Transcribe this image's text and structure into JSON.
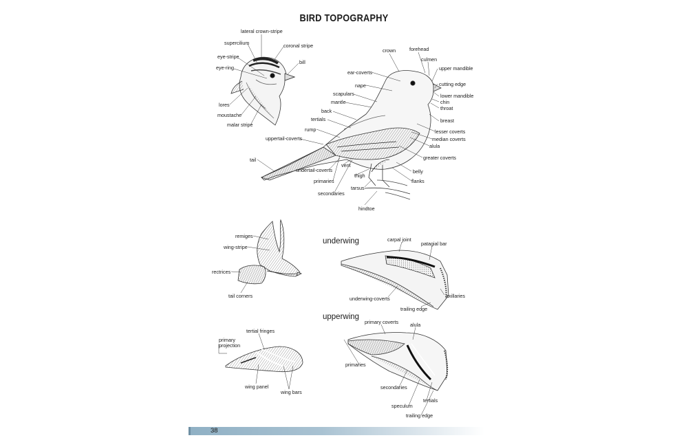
{
  "title": "BIRD TOPOGRAPHY",
  "page_number": "38",
  "sections": {
    "underwing": "underwing",
    "upperwing": "upperwing"
  },
  "labels": {
    "lateral_crown_stripe": "lateral crown-stripe",
    "supercilium": "supercilium",
    "coronal_stripe": "coronal stripe",
    "eye_stripe": "eye-stripe",
    "eye_ring": "eye-ring",
    "bill": "bill",
    "lores": "lores",
    "moustache": "moustache",
    "malar_stripe": "malar stripe",
    "crown": "crown",
    "forehead": "forehead",
    "culmen": "culmen",
    "upper_mandible": "upper mandible",
    "ear_coverts": "ear-coverts",
    "nape": "nape",
    "cutting_edge": "cutting edge",
    "scapulars": "scapulars",
    "lower_mandible": "lower mandible",
    "mantle": "mantle",
    "chin": "chin",
    "throat": "throat",
    "back": "back",
    "tertials": "tertials",
    "breast": "breast",
    "rump": "rump",
    "lesser_coverts": "lesser coverts",
    "median_coverts": "median coverts",
    "uppertail_coverts": "uppertail-coverts",
    "alula": "alula",
    "greater_coverts": "greater coverts",
    "tail": "tail",
    "vent": "vent",
    "undertail_coverts": "undertail-coverts",
    "belly": "belly",
    "thigh": "thigh",
    "flanks": "flanks",
    "primaries": "primaries",
    "tarsus": "tarsus",
    "secondaries": "secondaries",
    "hindtoe": "hindtoe",
    "remiges": "remiges",
    "wing_stripe": "wing-stripe",
    "rectrices": "rectrices",
    "tail_corners": "tail corners",
    "carpal_joint": "carpal joint",
    "patagial_bar": "patagial bar",
    "underwing_coverts": "underwing-coverts",
    "axillaries": "axillaries",
    "trailing_edge": "trailing edge",
    "primary_coverts": "primary coverts",
    "alula_upper": "alula",
    "tertial_fringes": "tertial fringes",
    "primary_projection_1": "primary",
    "primary_projection_2": "projection",
    "primaries_upper": "primaries",
    "secondaries_upper": "secondaries",
    "tertials_upper": "tertials",
    "speculum": "speculum",
    "trailing_edge_upper": "trailing edge",
    "wing_panel": "wing panel",
    "wing_bars": "wing bars"
  }
}
